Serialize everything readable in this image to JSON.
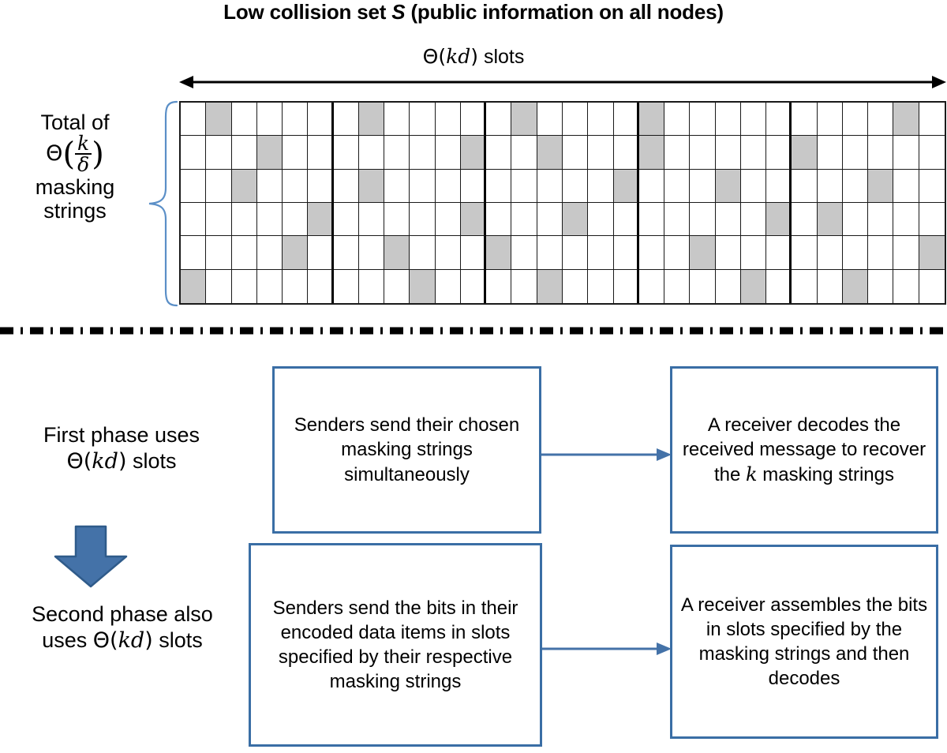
{
  "title": {
    "prefix": "Low collision set ",
    "italic": "S",
    "suffix": " (public information on all nodes)"
  },
  "slots_label": {
    "theta": "Θ",
    "arg": "kd",
    "word": "slots"
  },
  "left_brace_label": {
    "line1": "Total of",
    "theta": "Θ",
    "numerator": "k",
    "denominator": "δ",
    "line3": "masking",
    "line4": "strings"
  },
  "phase1": {
    "line1": "First phase uses",
    "theta": "Θ",
    "arg": "kd",
    "suffix": " slots"
  },
  "phase2": {
    "line1": "Second phase also",
    "prefix": "uses ",
    "theta": "Θ",
    "arg": "kd",
    "suffix": " slots"
  },
  "boxes": {
    "top_left": "Senders send their chosen masking strings simultaneously",
    "top_right_before": "A receiver decodes the received message to recover the ",
    "top_right_italic": "k",
    "top_right_after": " masking strings",
    "bottom_left": "Senders send the bits in their encoded data items in slots specified by their respective masking strings",
    "bottom_right": "A receiver assembles the bits in slots specified by the masking strings and then decodes"
  },
  "colors": {
    "box_border": "#3a6ea5",
    "arrow_blue": "#4472a8",
    "brace_blue": "#5b8fc7",
    "cell_shaded": "#c8c8c8",
    "grid_line": "#1a1a1a"
  },
  "grid": {
    "rows": 6,
    "cols": 30,
    "block_size": 6,
    "thick_separators_after_col": [
      6,
      12,
      18,
      24
    ],
    "shaded_cells": [
      [
        2,
        8,
        14,
        19,
        29
      ],
      [
        4,
        12,
        15,
        19,
        25
      ],
      [
        3,
        8,
        18,
        22,
        28
      ],
      [
        6,
        12,
        16,
        24,
        26
      ],
      [
        5,
        9,
        13,
        21,
        30
      ],
      [
        1,
        10,
        15,
        23,
        27
      ]
    ]
  }
}
